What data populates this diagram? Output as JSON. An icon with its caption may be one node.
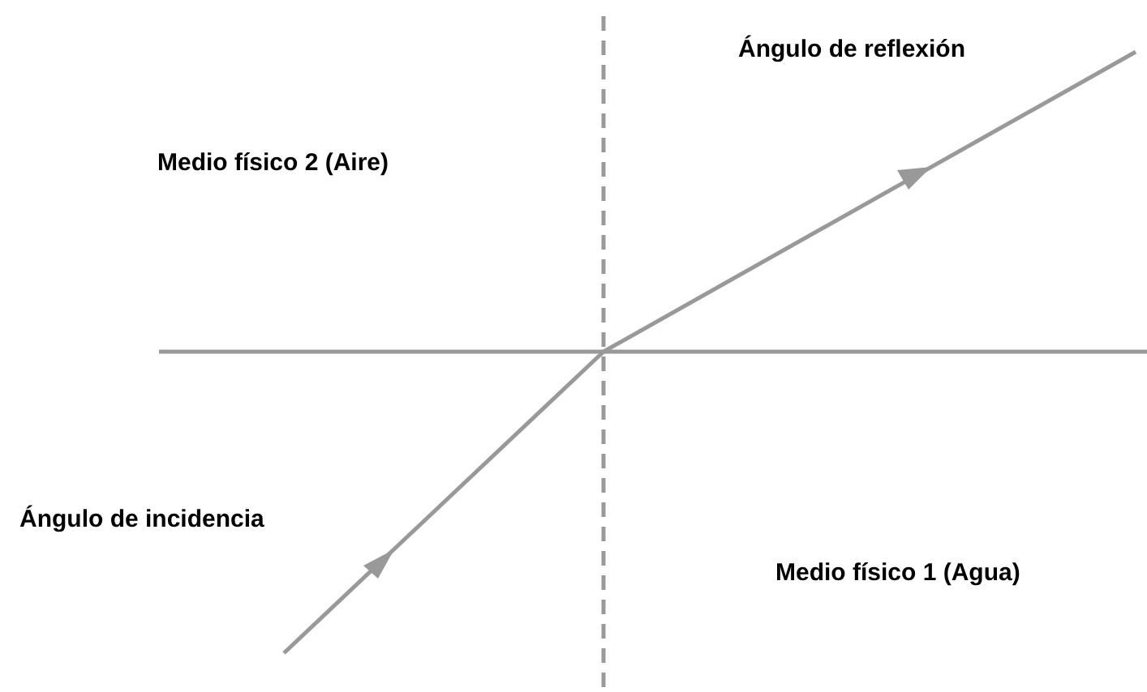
{
  "diagram": {
    "labels": [
      "Ángulo de reflexión",
      "Medio físico 2 (Aire)",
      "Ángulo de incidencia",
      "Medio físico 1 (Agua)"
    ]
  }
}
